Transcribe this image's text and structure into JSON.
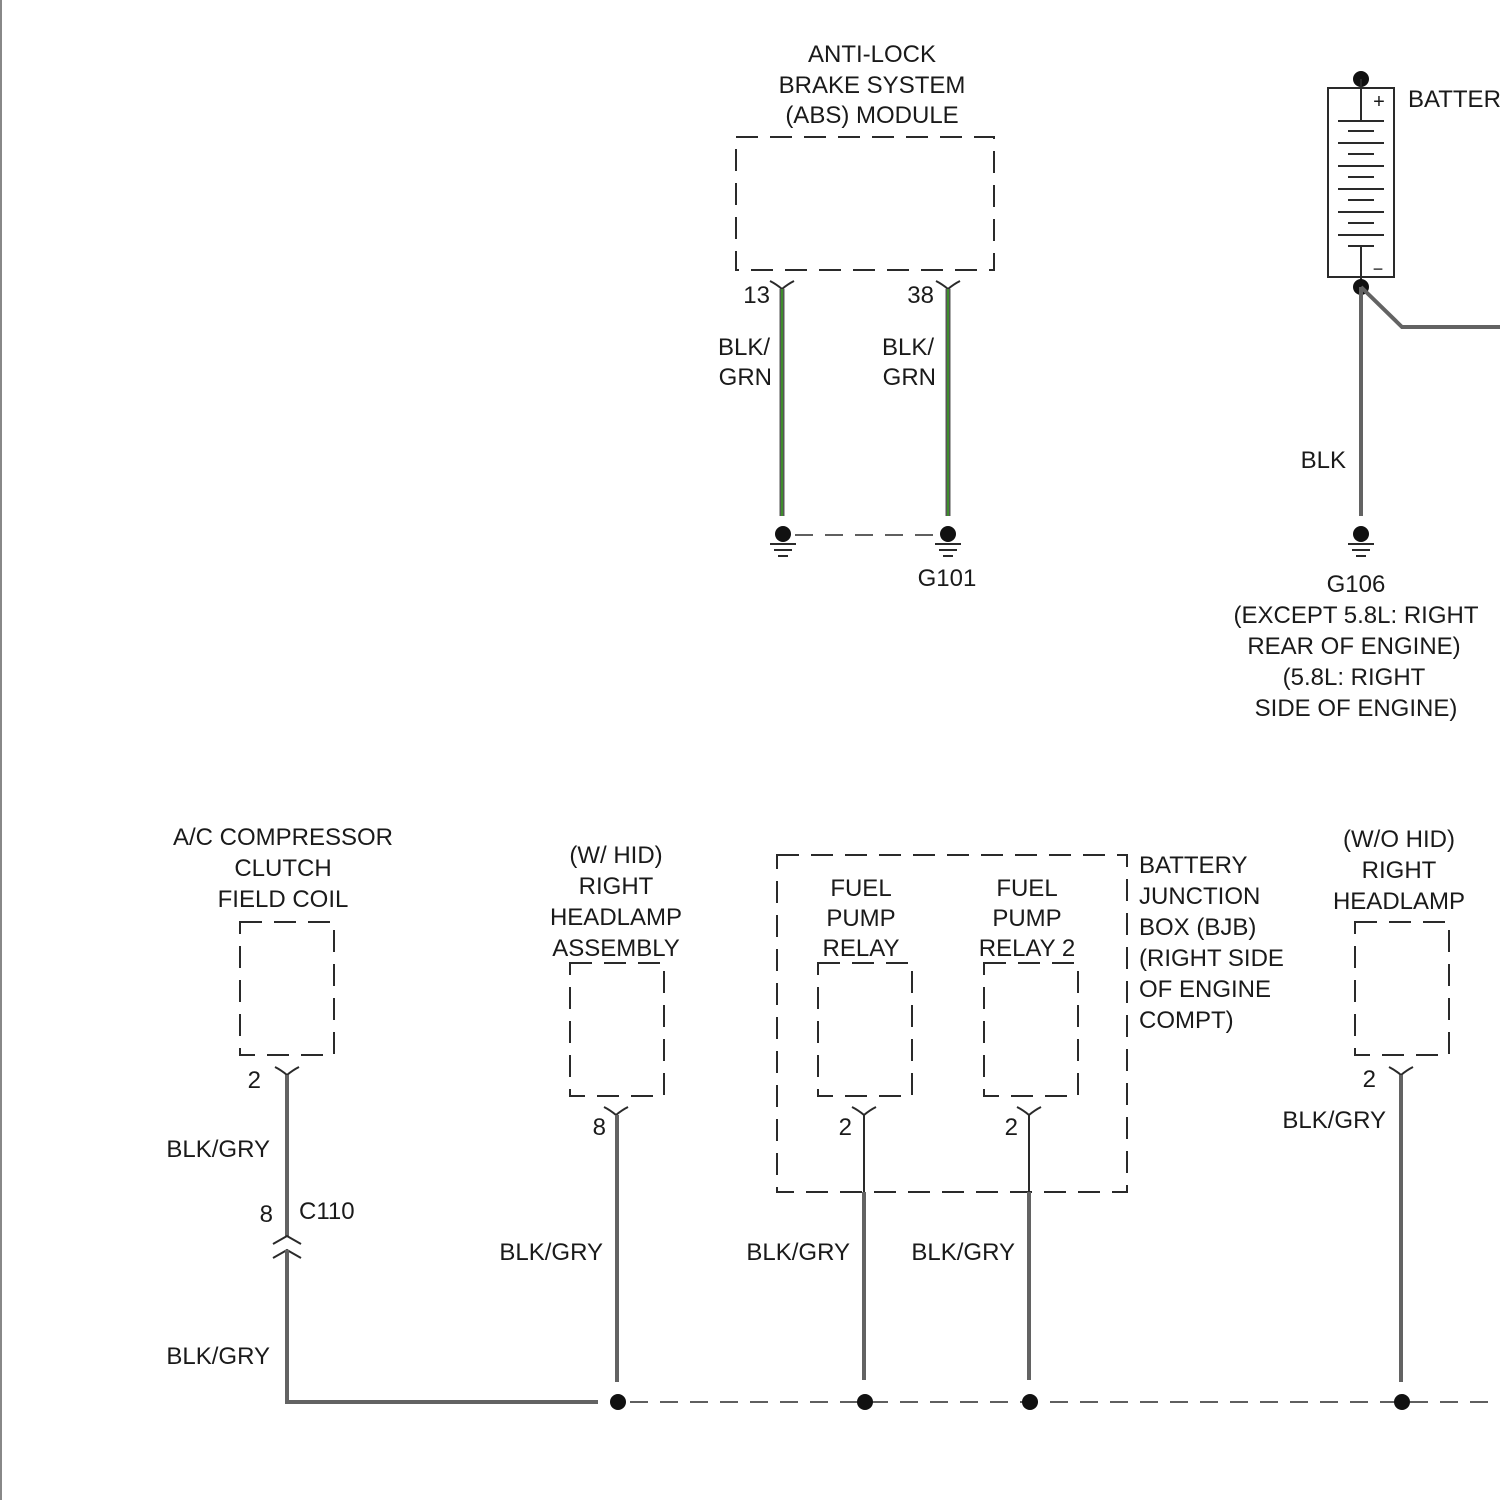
{
  "abs_module": {
    "title": [
      "ANTI-LOCK",
      "BRAKE SYSTEM",
      "(ABS) MODULE"
    ],
    "pins": [
      "13",
      "38"
    ],
    "wire_colors": [
      [
        "BLK/",
        "GRN"
      ],
      [
        "BLK/",
        "GRN"
      ]
    ],
    "ground": "G101"
  },
  "battery": {
    "label": "BATTER",
    "plus": "+",
    "minus": "−",
    "wire_color": "BLK",
    "ground_lines": [
      "G106",
      "(EXCEPT 5.8L: RIGHT",
      "REAR OF ENGINE)",
      "(5.8L: RIGHT",
      "SIDE OF ENGINE)"
    ]
  },
  "ac_compressor": {
    "title": [
      "A/C COMPRESSOR",
      "CLUTCH",
      "FIELD COIL"
    ],
    "pin": "2",
    "wire_color_upper": "BLK/GRY",
    "connector": "C110",
    "connector_pin": "8",
    "wire_color_lower": "BLK/GRY"
  },
  "hid_headlamp": {
    "title": [
      "(W/ HID)",
      "RIGHT",
      "HEADLAMP",
      "ASSEMBLY"
    ],
    "pin": "8",
    "wire_color": "BLK/GRY"
  },
  "fuel_pump_relay": {
    "title": [
      "FUEL",
      "PUMP",
      "RELAY"
    ],
    "pin": "2",
    "wire_color": "BLK/GRY"
  },
  "fuel_pump_relay_2": {
    "title": [
      "FUEL",
      "PUMP",
      "RELAY 2"
    ],
    "pin": "2",
    "wire_color": "BLK/GRY"
  },
  "bjb": {
    "title": [
      "BATTERY",
      "JUNCTION",
      "BOX (BJB)",
      "(RIGHT SIDE",
      "OF ENGINE",
      "COMPT)"
    ]
  },
  "non_hid_headlamp": {
    "title": [
      "(W/O HID)",
      "RIGHT",
      "HEADLAMP"
    ],
    "pin": "2",
    "wire_color": "BLK/GRY"
  },
  "colors": {
    "wire_gray": "#636363",
    "wire_green": "#3e8d2c",
    "line": "#2a2a2a"
  }
}
